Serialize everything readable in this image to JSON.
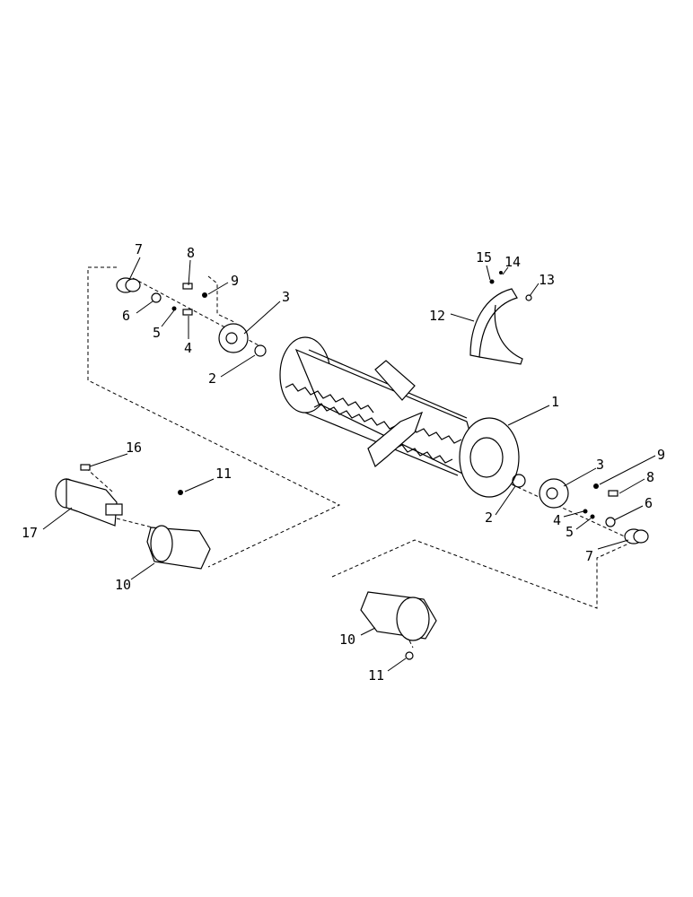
{
  "diagram": {
    "callouts": {
      "c1": "1",
      "c2_left": "2",
      "c2_right": "2",
      "c3_left": "3",
      "c3_right": "3",
      "c4_left": "4",
      "c4_right": "4",
      "c5_left": "5",
      "c5_right": "5",
      "c6_left": "6",
      "c6_right": "6",
      "c7_left": "7",
      "c7_right": "7",
      "c8_left": "8",
      "c8_right": "8",
      "c9_left": "9",
      "c9_right": "9",
      "c10_left": "10",
      "c10_bottom": "10",
      "c11_left": "11",
      "c11_bottom": "11",
      "c12": "12",
      "c13": "13",
      "c14": "14",
      "c15": "15",
      "c16": "16",
      "c17": "17"
    }
  }
}
